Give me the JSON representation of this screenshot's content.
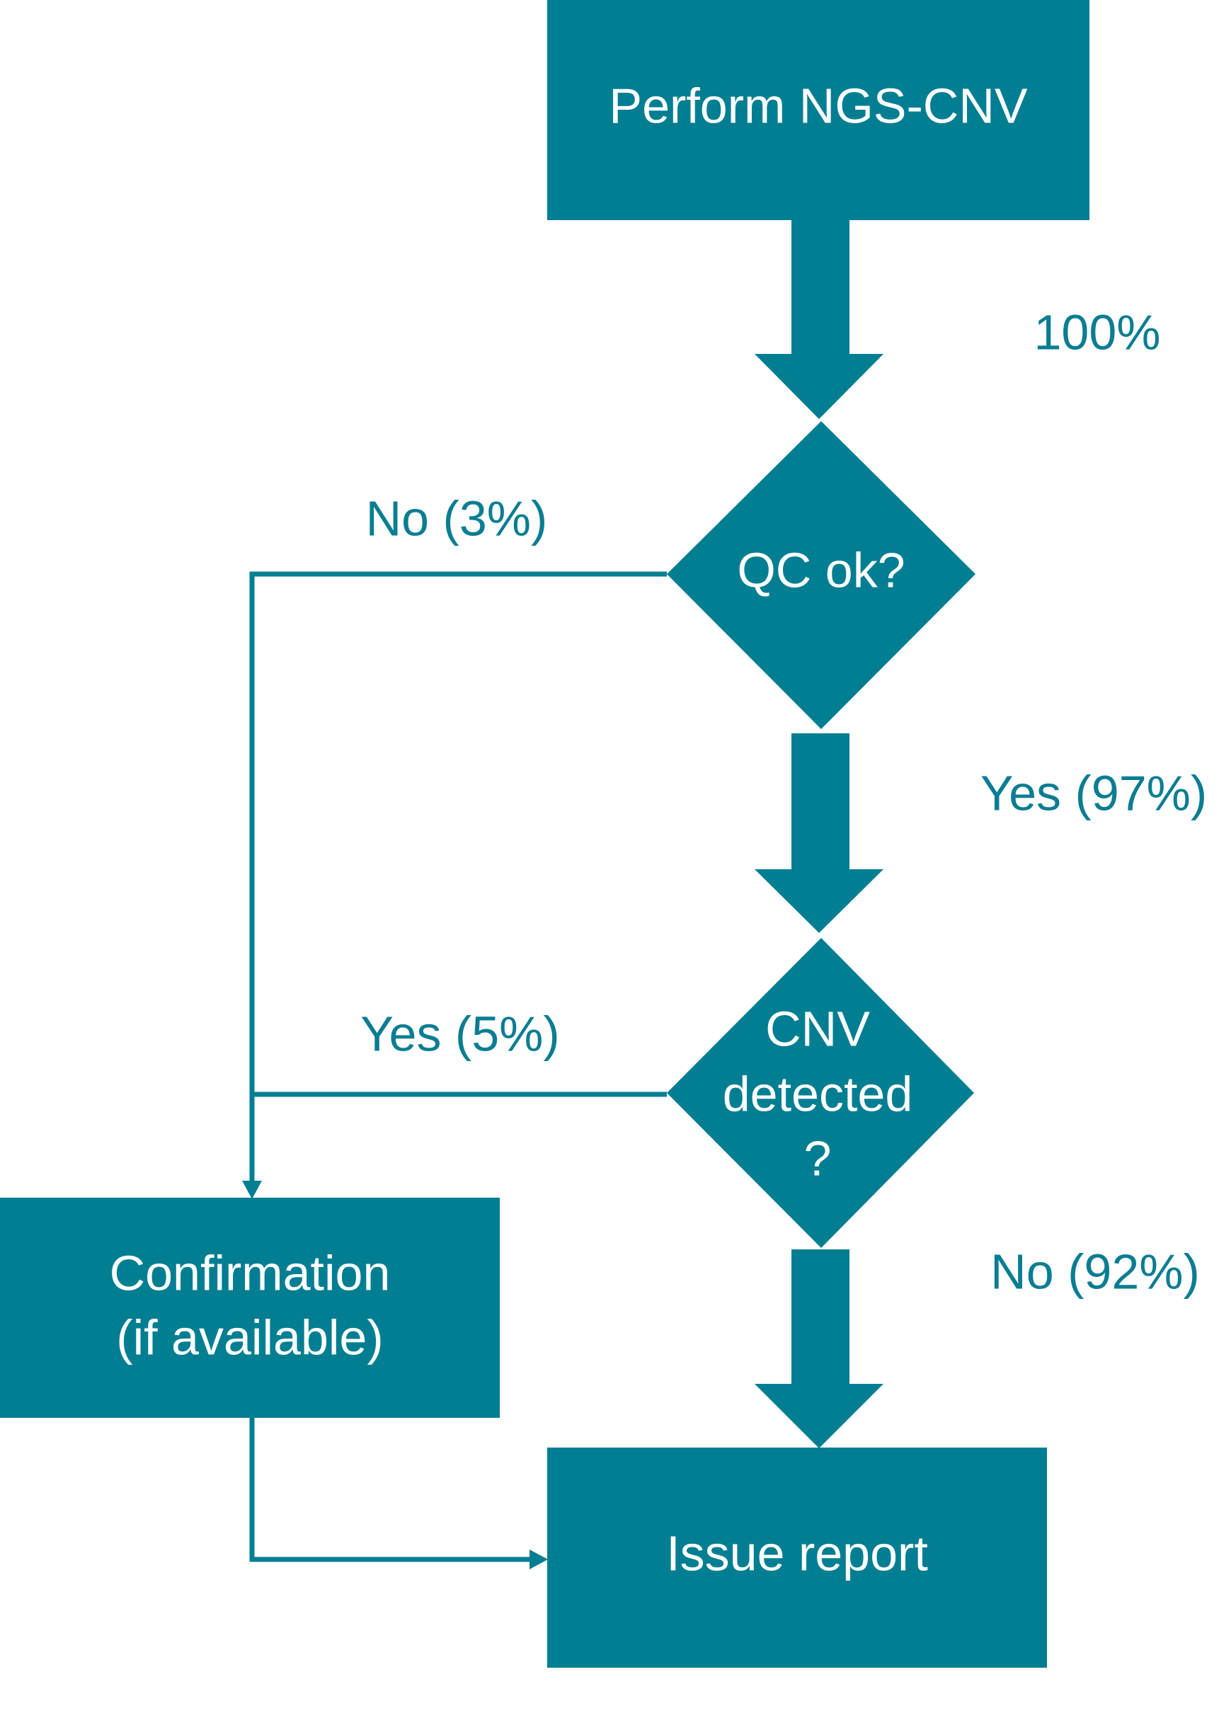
{
  "colors": {
    "node_fill": "#027e92",
    "label_text": "#0a7d92",
    "node_text": "#ffffff"
  },
  "nodes": {
    "perform": {
      "label": "Perform NGS-CNV"
    },
    "qc": {
      "label": "QC ok?"
    },
    "cnv": {
      "lines": [
        "CNV",
        "detected",
        "?"
      ]
    },
    "confirmation": {
      "lines": [
        "Confirmation",
        "(if available)"
      ]
    },
    "report": {
      "label": "Issue report"
    }
  },
  "edges": {
    "perform_to_qc": {
      "label": "100%"
    },
    "qc_no": {
      "label": "No (3%)"
    },
    "qc_yes": {
      "label": "Yes (97%)"
    },
    "cnv_yes": {
      "label": "Yes (5%)"
    },
    "cnv_no": {
      "label": "No (92%)"
    }
  }
}
